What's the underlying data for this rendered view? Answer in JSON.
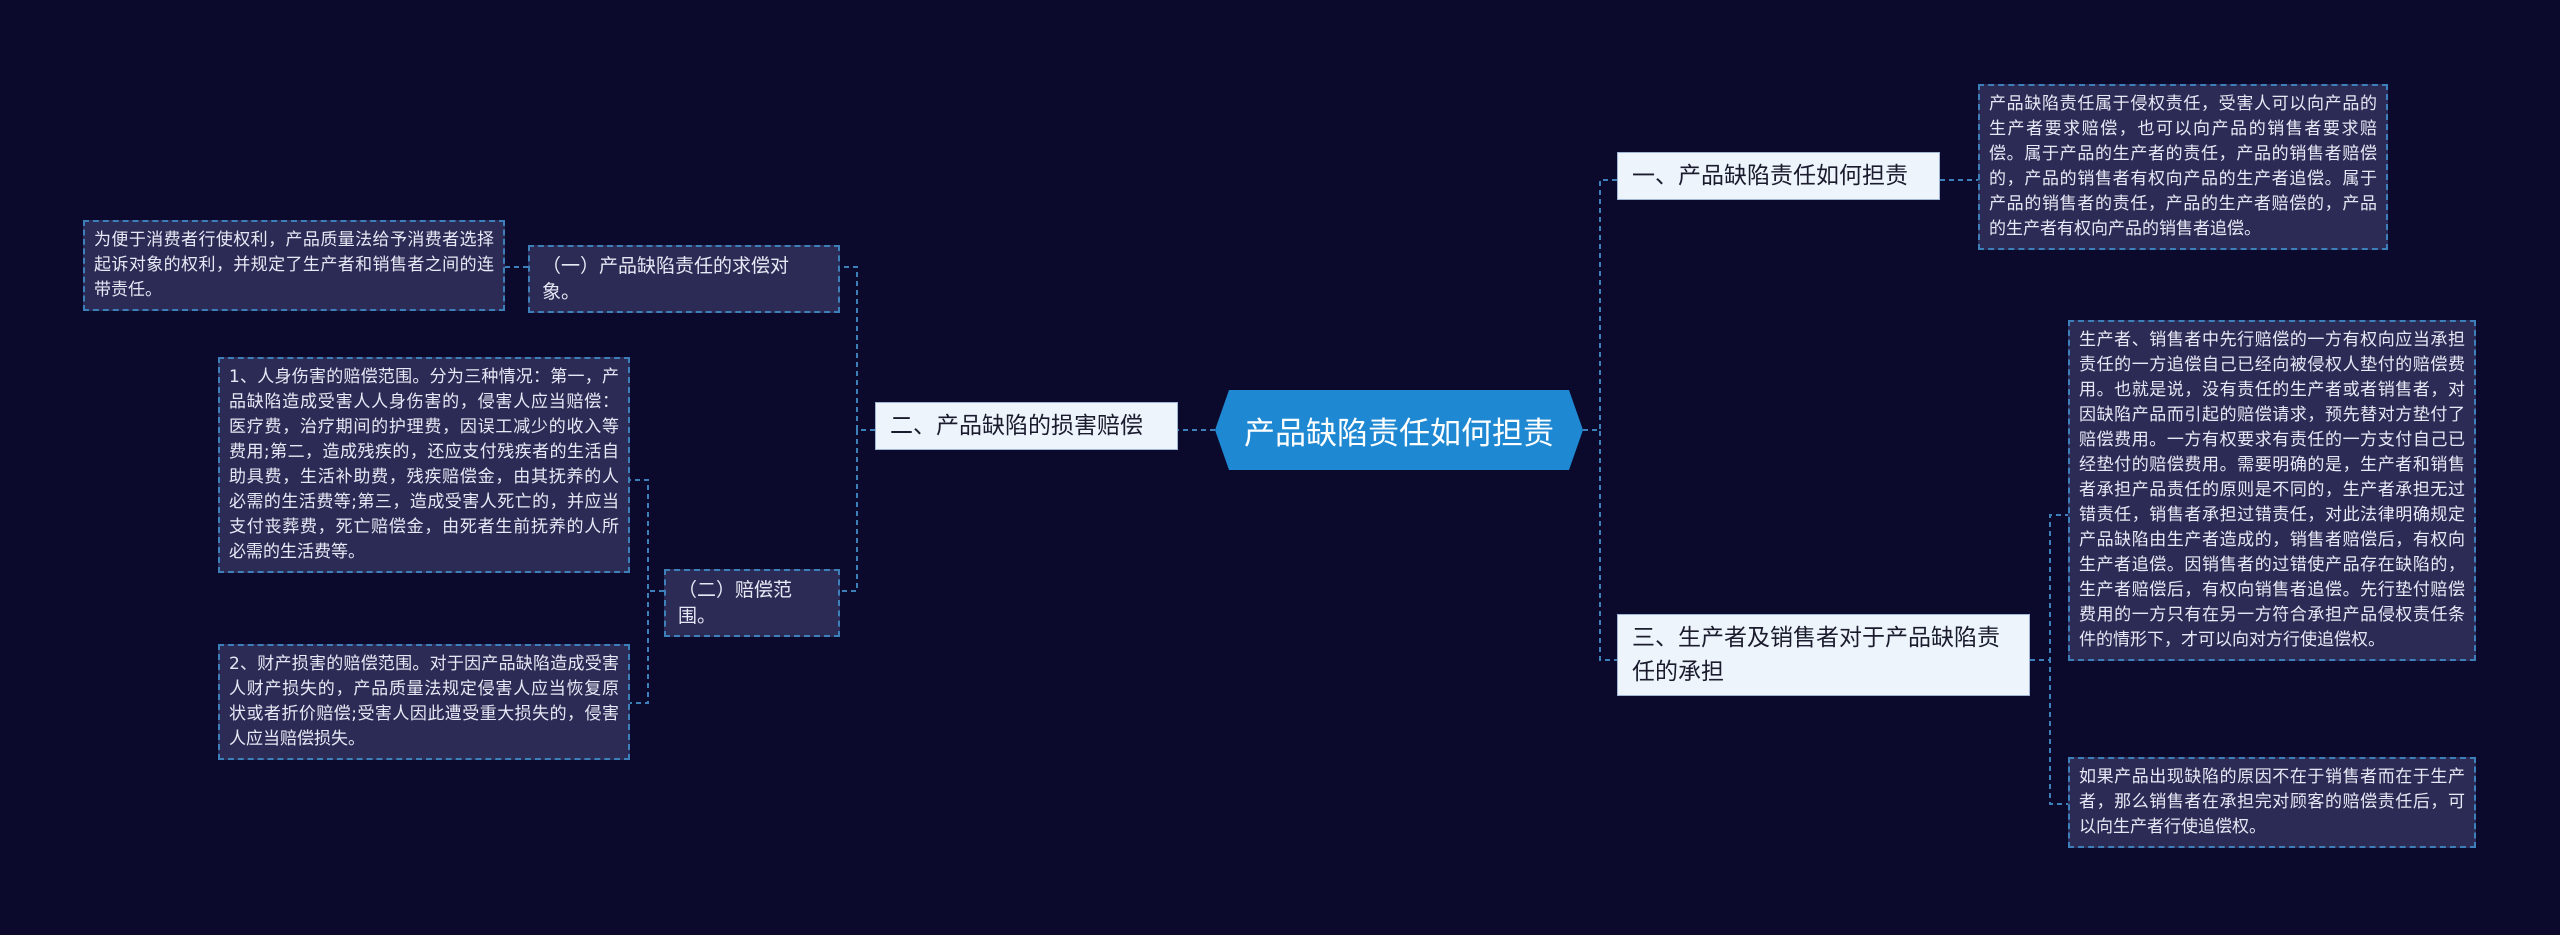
{
  "root": {
    "title": "产品缺陷责任如何担责"
  },
  "right": {
    "branch1": {
      "label": "一、产品缺陷责任如何担责",
      "detail": "产品缺陷责任属于侵权责任，受害人可以向产品的生产者要求赔偿，也可以向产品的销售者要求赔偿。属于产品的生产者的责任，产品的销售者赔偿的，产品的销售者有权向产品的生产者追偿。属于产品的销售者的责任，产品的生产者赔偿的，产品的生产者有权向产品的销售者追偿。"
    },
    "branch3": {
      "label": "三、生产者及销售者对于产品缺陷责任的承担",
      "detail1": "生产者、销售者中先行赔偿的一方有权向应当承担责任的一方追偿自己已经向被侵权人垫付的赔偿费用。也就是说，没有责任的生产者或者销售者，对因缺陷产品而引起的赔偿请求，预先替对方垫付了赔偿费用。一方有权要求有责任的一方支付自己已经垫付的赔偿费用。需要明确的是，生产者和销售者承担产品责任的原则是不同的，生产者承担无过错责任，销售者承担过错责任，对此法律明确规定产品缺陷由生产者造成的，销售者赔偿后，有权向生产者追偿。因销售者的过错使产品存在缺陷的，生产者赔偿后，有权向销售者追偿。先行垫付赔偿费用的一方只有在另一方符合承担产品侵权责任条件的情形下，才可以向对方行使追偿权。",
      "detail2": "如果产品出现缺陷的原因不在于销售者而在于生产者，那么销售者在承担完对顾客的赔偿责任后，可以向生产者行使追偿权。"
    }
  },
  "left": {
    "branch2": {
      "label": "二、产品缺陷的损害赔偿",
      "sub1": {
        "label": "（一）产品缺陷责任的求偿对象。",
        "detail": "为便于消费者行使权利，产品质量法给予消费者选择起诉对象的权利，并规定了生产者和销售者之间的连带责任。"
      },
      "sub2": {
        "label": "（二）赔偿范围。",
        "detail1": "1、人身伤害的赔偿范围。分为三种情况：第一，产品缺陷造成受害人人身伤害的，侵害人应当赔偿：医疗费，治疗期间的护理费，因误工减少的收入等费用;第二，造成残疾的，还应支付残疾者的生活自助具费，生活补助费，残疾赔偿金，由其抚养的人必需的生活费等;第三，造成受害人死亡的，并应当支付丧葬费，死亡赔偿金，由死者生前抚养的人所必需的生活费等。",
        "detail2": "2、财产损害的赔偿范围。对于因产品缺陷造成受害人财产损失的，产品质量法规定侵害人应当恢复原状或者折价赔偿;受害人因此遭受重大损失的，侵害人应当赔偿损失。"
      }
    }
  },
  "colors": {
    "background": "#0b0a2c",
    "root_fill": "#1e88d2",
    "connector": "#3d7fb8"
  }
}
